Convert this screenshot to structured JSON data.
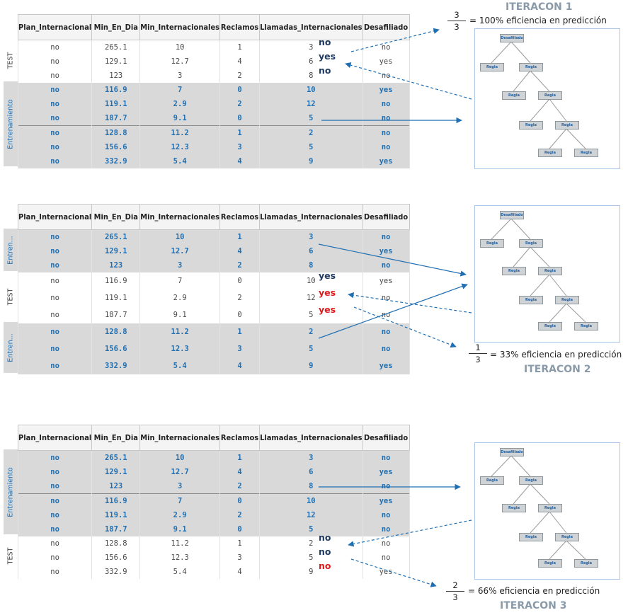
{
  "columns": [
    "Plan_Internacional",
    "Min_En_Dia",
    "Min_Internacionales",
    "Reclamos",
    "Llamadas_Internacionales",
    "Desafiliado"
  ],
  "rows": [
    [
      "no",
      "265.1",
      "10",
      "1",
      "3",
      "no"
    ],
    [
      "no",
      "129.1",
      "12.7",
      "4",
      "6",
      "yes"
    ],
    [
      "no",
      "123",
      "3",
      "2",
      "8",
      "no"
    ],
    [
      "no",
      "116.9",
      "7",
      "0",
      "10",
      "yes"
    ],
    [
      "no",
      "119.1",
      "2.9",
      "2",
      "12",
      "no"
    ],
    [
      "no",
      "187.7",
      "9.1",
      "0",
      "5",
      "no"
    ],
    [
      "no",
      "128.8",
      "11.2",
      "1",
      "2",
      "no"
    ],
    [
      "no",
      "156.6",
      "12.3",
      "3",
      "5",
      "no"
    ],
    [
      "no",
      "332.9",
      "5.4",
      "4",
      "9",
      "yes"
    ]
  ],
  "labels": {
    "test": "TEST",
    "train": "Entrenamiento",
    "train_short": "Entren..."
  },
  "tree": {
    "root": "Desafiliado",
    "node": "Regla"
  },
  "iterations": [
    {
      "title": "ITERACON 1",
      "fraction": {
        "numerator": "3",
        "denominator": "3"
      },
      "efficiency": "= 100% eficiencia en predicción",
      "predictions": [
        {
          "value": "no",
          "correct": true
        },
        {
          "value": "yes",
          "correct": true
        },
        {
          "value": "no",
          "correct": true
        }
      ]
    },
    {
      "title": "ITERACON 2",
      "fraction": {
        "numerator": "1",
        "denominator": "3"
      },
      "efficiency": "= 33% eficiencia en predicción",
      "predictions": [
        {
          "value": "yes",
          "correct": true
        },
        {
          "value": "yes",
          "correct": false
        },
        {
          "value": "yes",
          "correct": false
        }
      ]
    },
    {
      "title": "ITERACON 3",
      "fraction": {
        "numerator": "2",
        "denominator": "3"
      },
      "efficiency": "= 66% eficiencia en predicción",
      "predictions": [
        {
          "value": "no",
          "correct": true
        },
        {
          "value": "no",
          "correct": true
        },
        {
          "value": "no",
          "correct": false
        }
      ]
    }
  ],
  "colors": {
    "train_text": "#1f6fb2",
    "train_bg": "#d9d9d9",
    "pred_ok": "#1f3b63",
    "pred_bad": "#e0191b",
    "arrow": "#1f6fb2",
    "title": "#8a9aa9"
  }
}
